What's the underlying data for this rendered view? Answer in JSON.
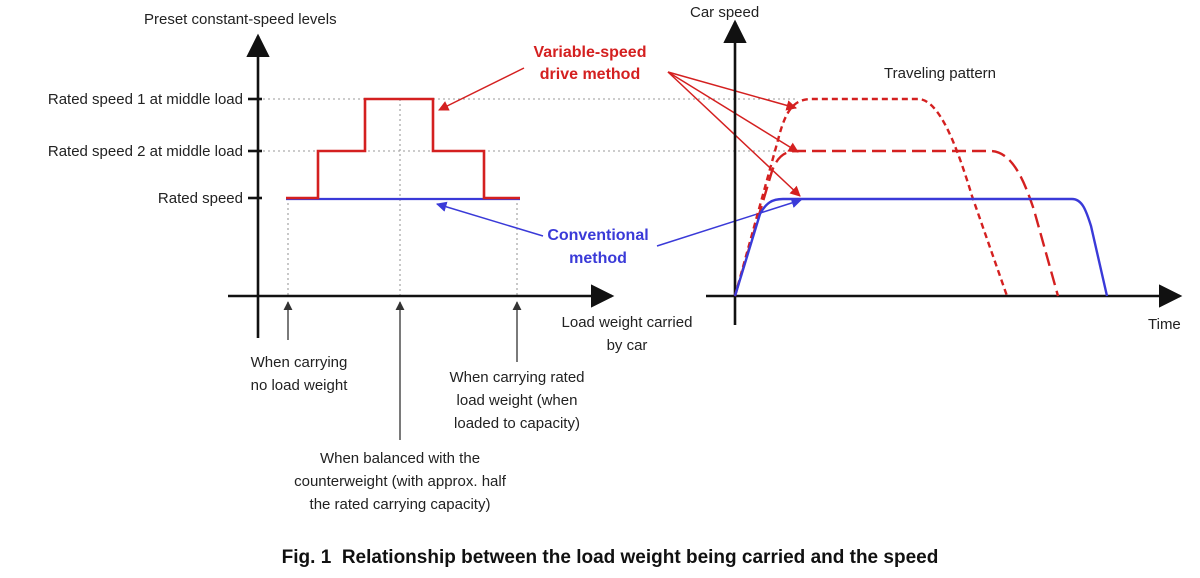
{
  "colors": {
    "variable": "#d42020",
    "conventional": "#3a3ad8",
    "axis": "#111111"
  },
  "left_diagram": {
    "y_axis_label": "Preset constant-speed levels",
    "x_axis_label": [
      "Load weight carried",
      "by car"
    ],
    "levels": [
      "Rated speed 1 at middle load",
      "Rated speed 2 at middle load",
      "Rated speed"
    ],
    "variable_label": [
      "Variable-speed",
      "drive method"
    ],
    "conventional_label": [
      "Conventional",
      "method"
    ],
    "annotations": {
      "no_load": [
        "When carrying",
        "no load weight"
      ],
      "rated_load": [
        "When carrying rated",
        "load weight (when",
        "loaded to capacity)"
      ],
      "balanced": [
        "When balanced with the",
        "counterweight (with approx. half",
        "the rated carrying capacity)"
      ]
    }
  },
  "right_diagram": {
    "y_axis_label": "Car speed",
    "x_axis_label": "Time",
    "pattern_label": "Traveling pattern"
  },
  "caption": "Fig. 1  Relationship between the load weight being carried and the speed"
}
